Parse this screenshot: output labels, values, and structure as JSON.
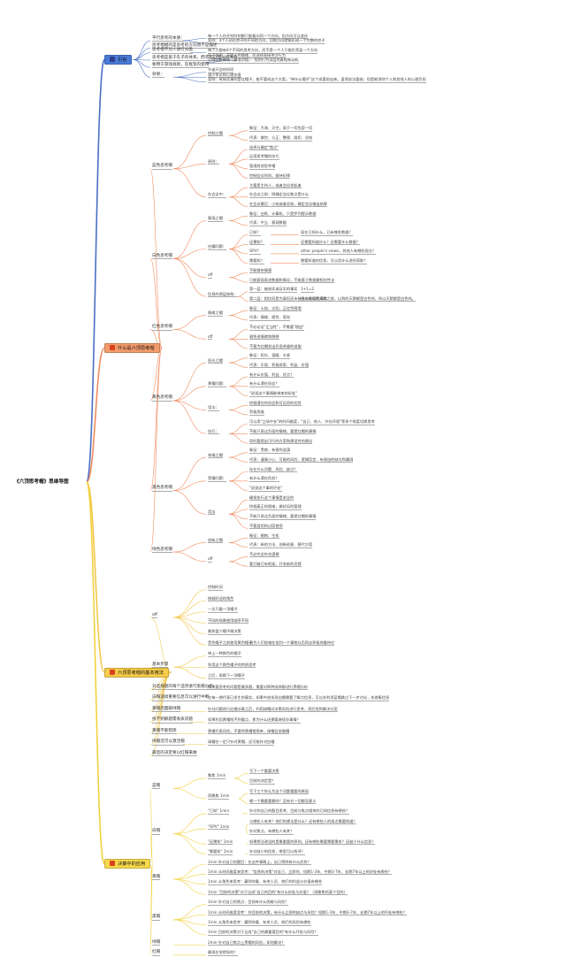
{
  "root": "《六顶思考帽》思维导图",
  "colors": {
    "b1": "#4a6fc4",
    "b2": "#f08c5e",
    "b3": "#f2c84b",
    "b4": "#f2d23f",
    "b1_fill": "#4a7ad8",
    "b2_fill": "#f39b6c",
    "b3_fill": "#f6cc4a",
    "b4_fill": "#f7d94c"
  },
  "branches": [
    {
      "label": "引言",
      "icon": "globe-icon",
      "items": [
        {
          "t": "平行思考的本质：",
          "c": [
            {
              "t": "每一个人在任何时刻都只能看向同一个方向，但方向可以变化"
            },
            {
              "t": "案例：4个人站在房子的不同的方向，切换方向就能形成一个完整的房子"
            }
          ]
        },
        {
          "t": "思考楷模的是思考的方向而不是描述"
        },
        {
          "t": "思考楷不对人进行分类",
          "c": [
            {
              "t": "每个人都有6个不同的思考方向，而不是一个人只能负责某一个方向"
            }
          ]
        },
        {
          "t": "思考楷是基于孔子的体系，而不是心理分析体系",
          "c": [
            {
              "t": "孔子体系：不管人的情绪，而选择直接关注行为"
            },
            {
              "t": "心理分析体系（弗洛伊德）：找到行为深层的真相和动机"
            }
          ]
        },
        {
          "t": "要用于游戏规则，在框架内使用"
        },
        {
          "t": "效果：",
          "c": [
            {
              "t": "节省开会的时间"
            },
            {
              "t": "减少争论和心理伤害"
            },
            {
              "t": "案例：有摇实事的是红帽子，能不要戒这个方案。\"带什么帽子\"这个说要说出来。虽然说法委婉，但是能消除个人和其他人的心理负担"
            }
          ]
        }
      ]
    },
    {
      "label": "什么是六顶思考帽",
      "icon": "hat-icon",
      "items": [
        {
          "t": "蓝色思考帽",
          "c": [
            {
              "t": "控制之帽",
              "c": [
                {
                  "t": "象征：大海、天空，高于一切包容一切"
                },
                {
                  "t": "代表：掌控、公正、整理、组织、总结"
                }
              ]
            },
            {
              "t": "原则：",
              "c": [
                {
                  "t": "选择与确定\"焦点\""
                },
                {
                  "t": "运用思考帽的技巧"
                },
                {
                  "t": "管理其他思考帽"
                },
                {
                  "t": "控制会议时间，维持纪律"
                }
              ]
            },
            {
              "t": "在会议中：",
              "c": [
                {
                  "t": "主要是主持人，或者会议发起者"
                },
                {
                  "t": "在会议之前：明确定会议焦点是什么"
                },
                {
                  "t": "在会议最后：小结或者总结，确定会议输出结果"
                }
              ]
            }
          ]
        },
        {
          "t": "白色思考帽",
          "c": [
            {
              "t": "客观之帽",
              "c": [
                {
                  "t": "象征：白纸、计算机，只是罗列提示数据"
                },
                {
                  "t": "代表：中立、客观数据"
                }
              ]
            },
            {
              "t": "白帽问题：",
              "c": [
                {
                  "t": "已知？",
                  "c": [
                    {
                      "t": "现在已知什么，已有哪些数据？"
                    }
                  ]
                },
                {
                  "t": "还需知？",
                  "c": [
                    {
                      "t": "还需要知道什么？还需要什么数据？"
                    }
                  ]
                },
                {
                  "t": "OPV？",
                  "c": [
                    {
                      "t": "other people's views，其他人有哪些观点？"
                    }
                  ]
                },
                {
                  "t": "需要知？",
                  "c": [
                    {
                      "t": "需要知道的信息，可以用什么途径获取？"
                    }
                  ]
                }
              ]
            },
            {
              "t": "off",
              "c": [
                {
                  "t": "不能够杂情感"
                },
                {
                  "t": "只能客观表述数据和情况，不能基于数据做相应性论"
                }
              ]
            },
            {
              "t": "信息的两层结构：",
              "c": [
                {
                  "t": "第一层：被核实或证实的事实",
                  "c": [
                    {
                      "t": "1+1=2"
                    }
                  ]
                },
                {
                  "t": "第二层：相信但是为真但还未被充分核实的事实",
                  "c": [
                    {
                      "t": "还未发现黑天鹅之前，以到的天鹅都是白色的，所以天鹅都是白色的。"
                    }
                  ]
                }
              ]
            }
          ]
        },
        {
          "t": "红色思考帽",
          "c": [
            {
              "t": "情绪之帽",
              "c": [
                {
                  "t": "象征：火焰、太阳，正红色围墙"
                },
                {
                  "t": "代表：情绪、感性、直觉"
                }
              ]
            },
            {
              "t": "off",
              "c": [
                {
                  "t": "不必论证\"正当性\"，不需要\"理由\""
                },
                {
                  "t": "避免进情绪和想想"
                },
                {
                  "t": "不要为红帽发出负面关键的说服"
                }
              ]
            }
          ]
        },
        {
          "t": "黄色思考帽",
          "c": [
            {
              "t": "阳光之帽",
              "c": [
                {
                  "t": "象征：阳光、温暖、丰收"
                },
                {
                  "t": "代表：乐观、积极探索、利益、价值"
                }
              ]
            },
            {
              "t": "黄帽问题：",
              "c": [
                {
                  "t": "有什么价值、利益、优点？"
                },
                {
                  "t": "有什么潜在机会？"
                },
                {
                  "t": "\"说说这个事情能带来的好处\""
                }
              ]
            },
            {
              "t": "用法：",
              "c": [
                {
                  "t": "挖掘潜在的机会和可运用的优势"
                },
                {
                  "t": "积极思维"
                }
              ]
            },
            {
              "t": "技巧：",
              "c": [
                {
                  "t": "可以用\"立场中长\"的时间维度，\"自己、他人、外在环境\"等多个角度切换思考"
                },
                {
                  "t": "不能只表达负面的情绪，要提红帽的事情"
                },
                {
                  "t": "同时要提出可行的方案和建设性的建议"
                }
              ]
            }
          ]
        },
        {
          "t": "黑色思考帽",
          "c": [
            {
              "t": "车辆之帽",
              "c": [
                {
                  "t": "象征：黑夜，有害的混漠"
                },
                {
                  "t": "代表：谨慎小心、可能的风险、逻辑否定、有理由的缺点和漏洞"
                }
              ]
            },
            {
              "t": "黑帽问题：",
              "c": [
                {
                  "t": "存在什么问题、风险、缺点？"
                },
                {
                  "t": "有什么潜在危机？"
                },
                {
                  "t": "\"说说这个事的坏处\""
                }
              ]
            },
            {
              "t": "用法",
              "c": [
                {
                  "t": "确保执行这个事情是安全的"
                },
                {
                  "t": "挖掘真正的困难，做好风险管理"
                },
                {
                  "t": "不能只表达负面的情绪，要提红帽的事情"
                },
                {
                  "t": "不要滥用和过度使用"
                }
              ]
            }
          ]
        },
        {
          "t": "绿色思考帽",
          "c": [
            {
              "t": "创新之帽",
              "c": [
                {
                  "t": "象征：植物、生机"
                },
                {
                  "t": "代表：新的方法、创新创意、替代方案"
                }
              ]
            },
            {
              "t": "off",
              "c": [
                {
                  "t": "不必完全符合逻辑"
                },
                {
                  "t": "要打破已有框架，开发新的灵感"
                }
              ]
            }
          ]
        }
      ]
    },
    {
      "label": "六顶思考帽的基本用法",
      "icon": "tool-icon",
      "items": [
        {
          "t": "off",
          "c": [
            {
              "t": "控制时间"
            },
            {
              "t": "按顺好适的角色"
            },
            {
              "t": "一次只戴一顶帽子"
            },
            {
              "t": "不同的场景使用顺序不同"
            },
            {
              "t": "最热盘少帽子做决策"
            },
            {
              "t": "黑色帽子之前使用黄色帽子",
              "c": [
                {
                  "t": "因为人们很难在批判一个事物以后再去积极地看待它"
                }
              ]
            }
          ]
        },
        {
          "t": "基本步骤",
          "c": [
            {
              "t": "带上一种颜色的帽子"
            },
            {
              "t": "利用这个颜色帽子的特质思考"
            },
            {
              "t": "之后，再换下一顶帽子"
            }
          ]
        },
        {
          "t": "对选择题的每个选项进行黑帽分析",
          "c": [
            {
              "t": "如果要思考的问题是最多题，需要对两种选择都进行黑帽分析"
            }
          ]
        },
        {
          "t": "白帽适搞重要信息可以进行中断",
          "c": [
            {
              "t": "在每一期代表已发生的事实，如果中途发现白帽需要了解点信息，可以先利用蓝帽跳过下一步讨论，先收集信息"
            }
          ]
        },
        {
          "t": "黄帽后面跟绿帽",
          "c": [
            {
              "t": "针对问题进行红帽冰素之后，利用绿帽对冰策风险进行思考，然后找到解决方案"
            }
          ]
        },
        {
          "t": "找不到解题需发表问题",
          "c": [
            {
              "t": "如果利用黄帽找不到看点，那为什么还需要继续办事情？"
            }
          ]
        },
        {
          "t": "黄帽不能错简",
          "c": [
            {
              "t": "黄帽代表风险，不要将黄帽错简单，绿帽会说服帽"
            }
          ]
        },
        {
          "t": "绿帽还可以激活帽",
          "c": [
            {
              "t": "绿帽在一定只针对黄帽，还可能针对白帽"
            }
          ]
        },
        {
          "t": "最后的决定要以红帽来做"
        }
      ]
    },
    {
      "label": "决策中的应用",
      "icon": "target-icon",
      "items": [
        {
          "t": "蓝帽",
          "c": [
            {
              "t": "聚焦 1min",
              "c": [
                {
                  "t": "写下一个重要决策"
                },
                {
                  "t": "目前的决定是？"
                }
              ]
            },
            {
              "t": "再聚焦 1min",
              "c": [
                {
                  "t": "写下三个你认为这个问题重要的原因"
                },
                {
                  "t": "哪一个最重要最的？没有它一切都没意义"
                }
              ]
            }
          ]
        },
        {
          "t": "白帽",
          "c": [
            {
              "t": "\"已知\" 1min",
              "c": [
                {
                  "t": "针对你自己的题目思考，目前与焦点相关的已知信息有哪些？"
                }
              ]
            },
            {
              "t": "\"OPV\" 1min",
              "c": [
                {
                  "t": "与哪些人有关？他们的想法是什么？还有哪些人的观点需要知道？"
                },
                {
                  "t": "针对焦点，有哪些人有关？"
                }
              ]
            },
            {
              "t": "\"还需知\" 1min",
              "c": [
                {
                  "t": "如果想法改设的是最重要的原则，还有哪些需要需要需求？还缺少什么信息？"
                }
              ]
            },
            {
              "t": "\"需要知\" 1min",
              "c": [
                {
                  "t": "针对缺少的信息，哪里可以找寻？"
                }
              ]
            }
          ]
        },
        {
          "t": "黄帽",
          "c": [
            {
              "t": "1min 针对自己的题目：在这件事情上，自己得到有什么优势？"
            },
            {
              "t": "1min 从时间维度来思考：\"信息的决策\"对自己、立即的、短期1-3年、中期3-7年、长期7年以上的好处有哪些？"
            },
            {
              "t": "1min 从角色来思考：藏到你看、有关人员、他们的利益与价值有哪些"
            },
            {
              "t": "1min \"目前的决策\"对于达成\"自己的目的\"有什么好处与价值？（再聚焦的某个目的）"
            }
          ]
        },
        {
          "t": "黑帽",
          "c": [
            {
              "t": "1min 针对自己的焦点：目前有什么困难与风险？"
            },
            {
              "t": "1min 从时间维度思考：你目前的决策，有什么立即的缺点与风险？短期1-3年、中期3-7年、长期7年以上的坏处有哪些？"
            },
            {
              "t": "1min 从角色来思考：藏到你看、有关人员、他们的风险有哪些"
            },
            {
              "t": "1min 目前的决策对于达成\"自己的最重要目的\"有什么坏处与风险？"
            }
          ]
        },
        {
          "t": "绿帽",
          "c": [
            {
              "t": "2min 针对自己焦点上黑帽的风险，如何解决？"
            }
          ]
        },
        {
          "t": "红帽",
          "c": [
            {
              "t": "最现在觉得如何？"
            }
          ]
        }
      ]
    }
  ]
}
